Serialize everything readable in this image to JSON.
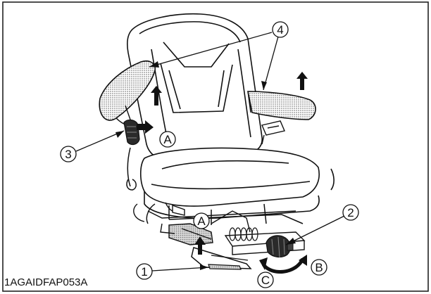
{
  "figure": {
    "code": "1AGAIDFAP053A"
  },
  "callouts": [
    {
      "id": "1",
      "label": "1"
    },
    {
      "id": "2",
      "label": "2"
    },
    {
      "id": "3",
      "label": "3"
    },
    {
      "id": "4",
      "label": "4"
    }
  ],
  "letters": [
    {
      "id": "A1",
      "label": "A"
    },
    {
      "id": "A2",
      "label": "A"
    },
    {
      "id": "B",
      "label": "B"
    },
    {
      "id": "C",
      "label": "C"
    }
  ],
  "colors": {
    "line": "#111111",
    "stipple": "#9a9a9a",
    "frame": "#222222"
  }
}
